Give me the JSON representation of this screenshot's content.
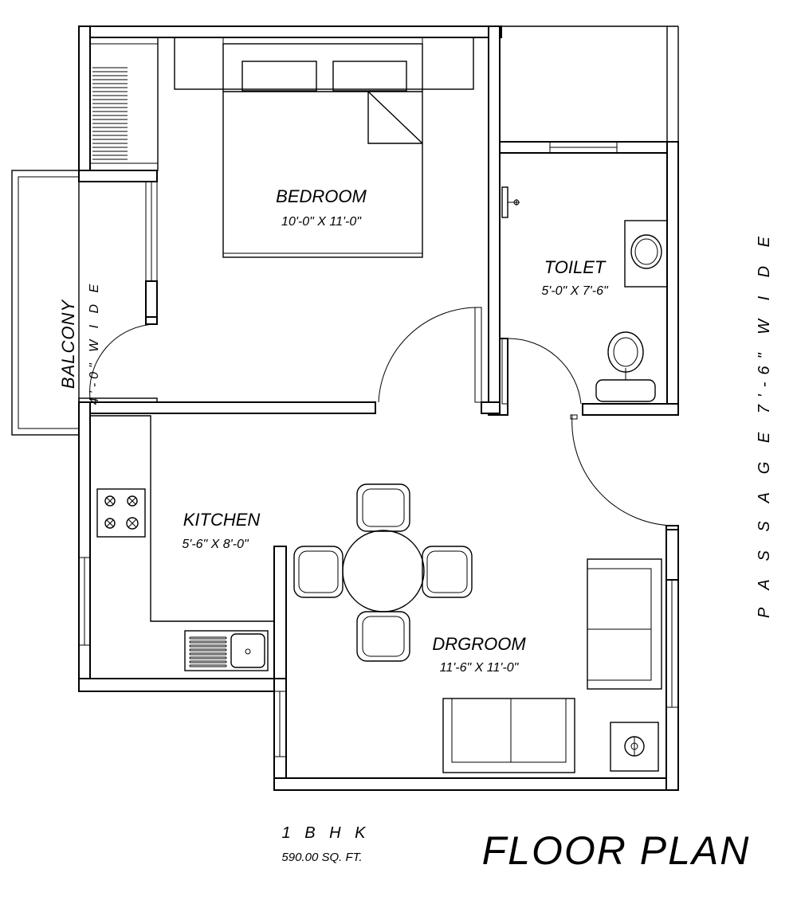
{
  "rooms": {
    "bedroom": {
      "name": "BEDROOM",
      "size": "10'-0\" X 11'-0\""
    },
    "toilet": {
      "name": "TOILET",
      "size": "5'-0\" X 7'-6\""
    },
    "kitchen": {
      "name": "KITCHEN",
      "size": "5'-6\" X 8'-0\""
    },
    "drgroom": {
      "name": "DRGROOM",
      "size": "11'-6\" X 11'-0\""
    }
  },
  "balcony": {
    "name": "BALCONY",
    "width": "4'-0\" W I D E"
  },
  "passage": {
    "label": "P A S S A G E  7'-6\" W I D E"
  },
  "footer": {
    "type": "1 B H K",
    "area": "590.00 SQ. FT.",
    "title": "FLOOR  PLAN"
  }
}
